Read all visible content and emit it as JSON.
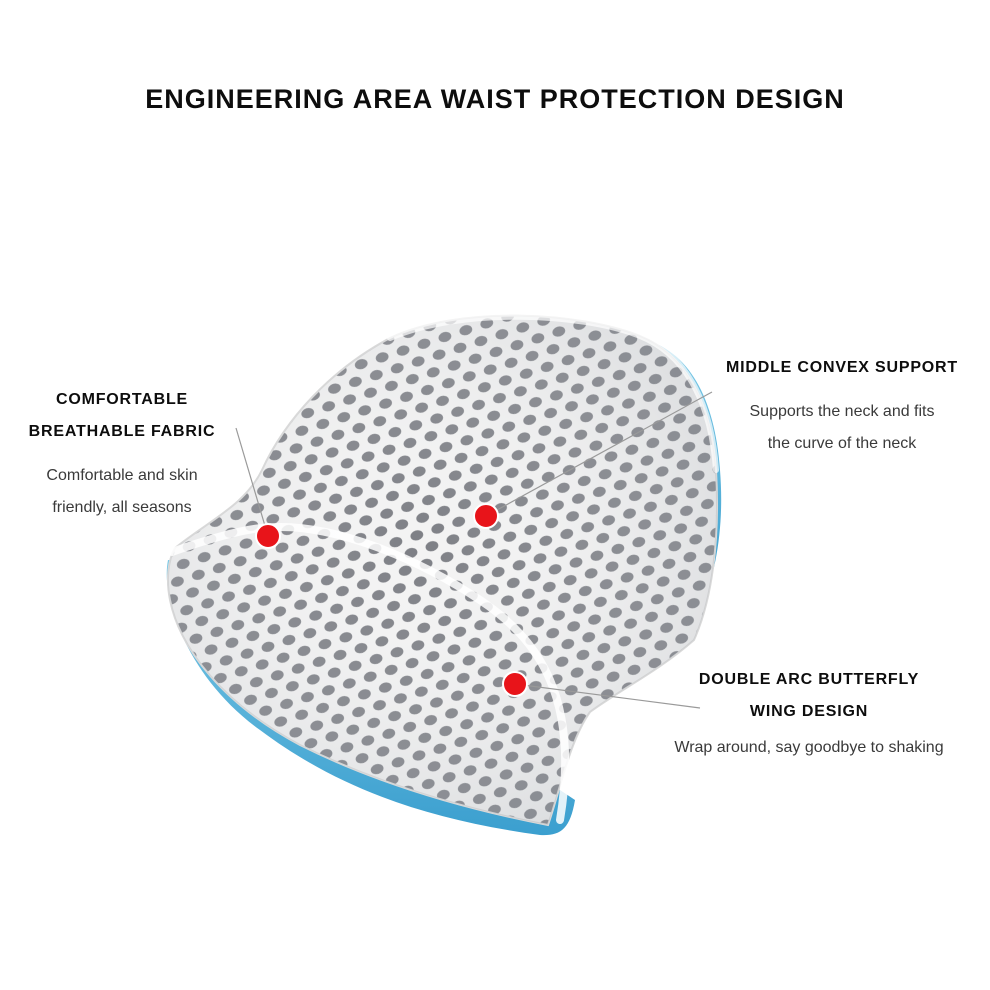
{
  "title": "ENGINEERING AREA WAIST PROTECTION DESIGN",
  "callouts": {
    "left": {
      "heading_line1": "COMFORTABLE",
      "heading_line2": "BREATHABLE FABRIC",
      "desc_line1": "Comfortable and skin",
      "desc_line2": "friendly, all seasons"
    },
    "right_top": {
      "heading_line1": "MIDDLE CONVEX SUPPORT",
      "desc_line1": "Supports the neck and fits",
      "desc_line2": "the curve of the neck"
    },
    "right_bottom": {
      "heading_line1": "DOUBLE ARC BUTTERFLY",
      "heading_line2": "WING DESIGN",
      "desc_line1": "Wrap around, say goodbye to shaking"
    }
  },
  "image": {
    "subject": "mesh-lumbar-pillow",
    "colors": {
      "mesh": "#f4f4f4",
      "holes": "#7d7f85",
      "edge": "#4fb4d8",
      "marker": "#e8141a",
      "leader": "#9a9a9a"
    }
  }
}
